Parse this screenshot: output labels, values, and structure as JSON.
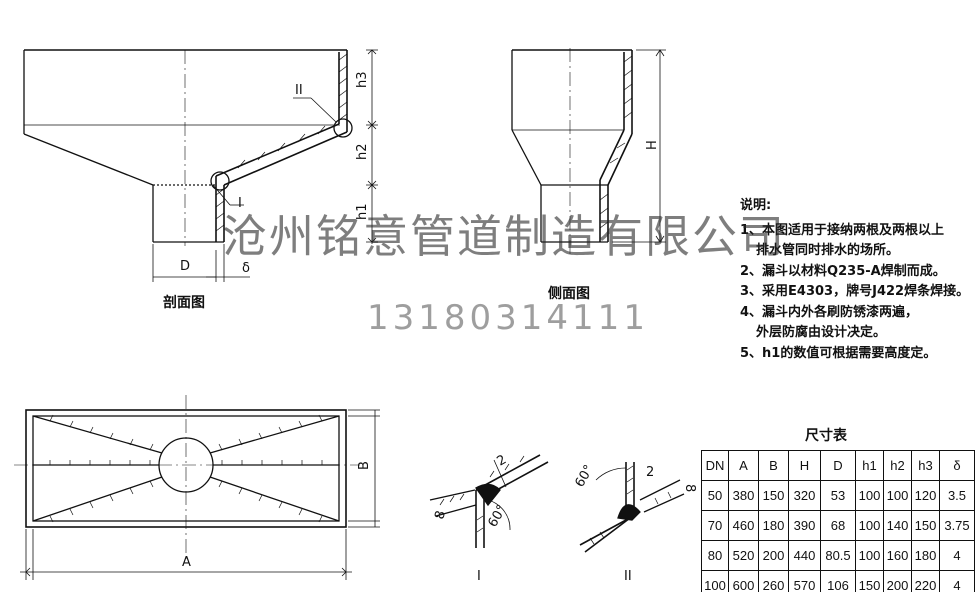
{
  "section_label": "剖面图",
  "side_label": "侧面图",
  "dims": {
    "h3": "h3",
    "h2": "h2",
    "h1": "h1",
    "H": "H",
    "D": "D",
    "delta": "δ",
    "A": "A",
    "B": "B",
    "detail_I": "I",
    "detail_II": "II",
    "angle": "60°",
    "w8": "8",
    "w2": "2"
  },
  "notes": {
    "title": "说明:",
    "items": [
      "1、本图适用于接纳两根及两根以上",
      "排水管同时排水的场所。",
      "2、漏斗以材料Q235-A焊制而成。",
      "3、采用E4303，牌号J422焊条焊接。",
      "4、漏斗内外各刷防锈漆两遍，",
      "外层防腐由设计决定。",
      "5、h1的数值可根据需要高度定。"
    ]
  },
  "table": {
    "title": "尺寸表",
    "headers": [
      "DN",
      "A",
      "B",
      "H",
      "D",
      "h1",
      "h2",
      "h3",
      "δ"
    ],
    "rows": [
      [
        "50",
        "380",
        "150",
        "320",
        "53",
        "100",
        "100",
        "120",
        "3.5"
      ],
      [
        "70",
        "460",
        "180",
        "390",
        "68",
        "100",
        "140",
        "150",
        "3.75"
      ],
      [
        "80",
        "520",
        "200",
        "440",
        "80.5",
        "100",
        "160",
        "180",
        "4"
      ],
      [
        "100",
        "600",
        "260",
        "570",
        "106",
        "150",
        "200",
        "220",
        "4"
      ]
    ]
  },
  "watermark": {
    "company": "沧州铭意管道制造有限公司",
    "phone": "13180314111"
  }
}
